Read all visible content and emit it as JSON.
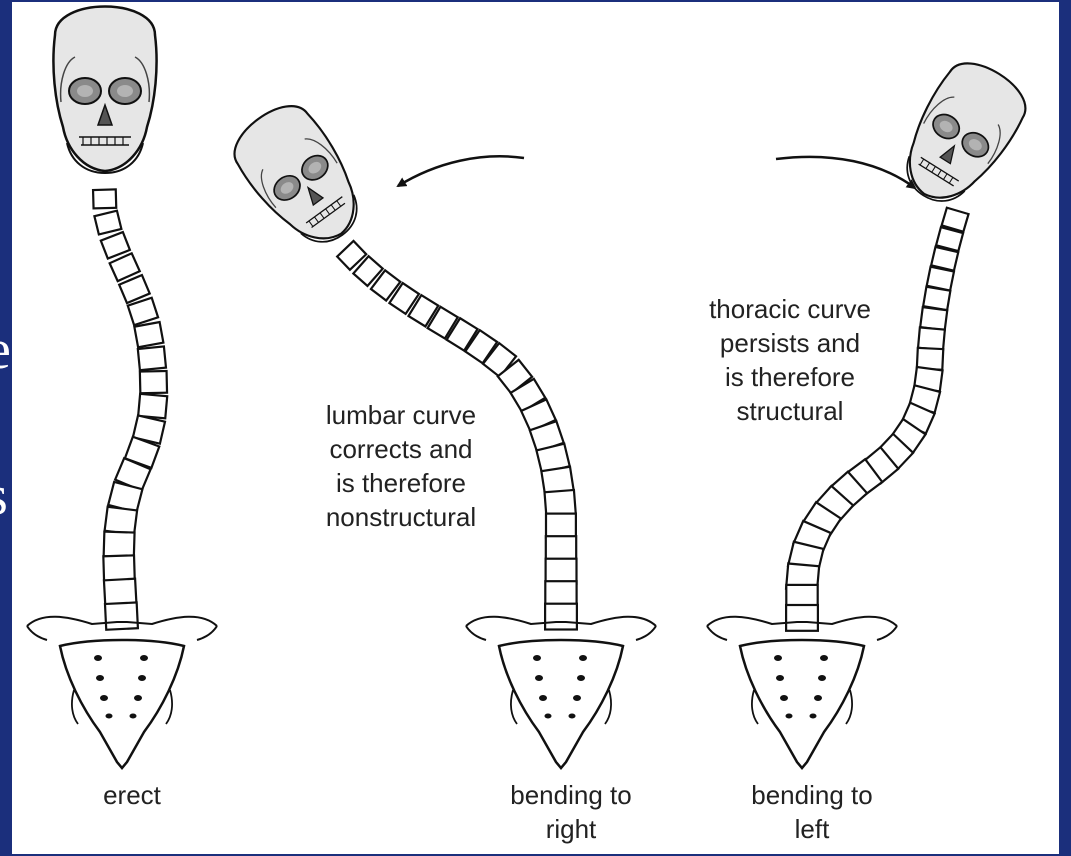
{
  "slide": {
    "background_color": "#1b2f7c",
    "panel_color": "#ffffff",
    "edge_glyphs": [
      "e",
      "s"
    ]
  },
  "figure": {
    "annotations": {
      "lumbar": [
        "lumbar curve",
        "corrects and",
        "is therefore",
        "nonstructural"
      ],
      "thoracic": [
        "thoracic curve",
        "persists and",
        "is therefore",
        "structural"
      ]
    },
    "captions": {
      "erect": [
        "erect"
      ],
      "bending_right": [
        "bending to",
        "right"
      ],
      "bending_left": [
        "bending to",
        "left"
      ]
    },
    "arrows": [
      "counterclockwise-arrow",
      "clockwise-arrow"
    ]
  }
}
